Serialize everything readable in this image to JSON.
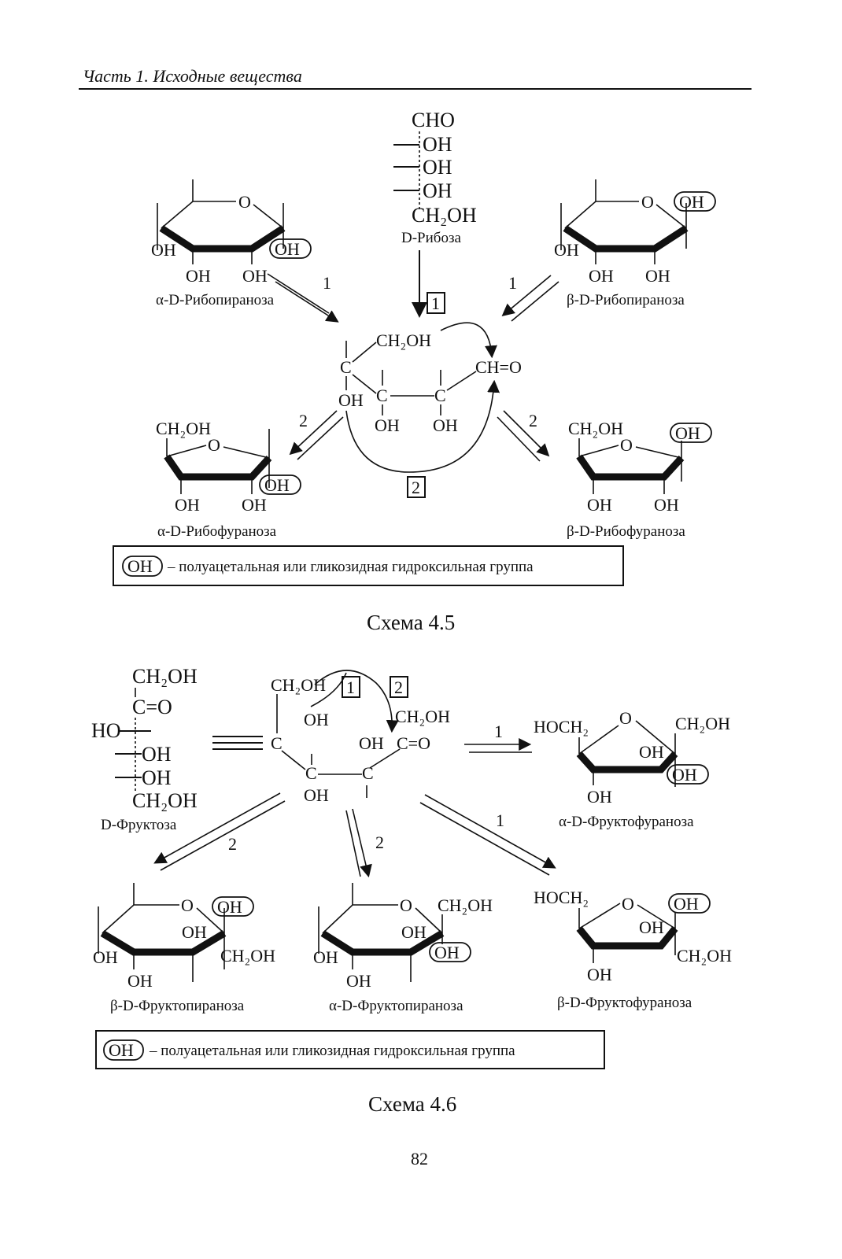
{
  "header": {
    "running_title": "Часть 1. Исходные вещества"
  },
  "scheme45": {
    "caption": "Схема 4.5",
    "ribose_name": "D-Рибоза",
    "fischer": {
      "top": "CHO",
      "oh": "OH",
      "bottom": "CH₂OH"
    },
    "open_chain": {
      "ch2oh": "CH₂OH",
      "cho": "CH=O",
      "c": "C",
      "oh": "OH"
    },
    "alpha_pyranose": "α-D-Рибопираноза",
    "beta_pyranose": "β-D-Рибопираноза",
    "alpha_furanose": "α-D-Рибофураноза",
    "beta_furanose": "β-D-Рибофураноза",
    "step1": "1",
    "step2": "2",
    "ring_o": "O",
    "legend_oh": "OH",
    "legend_text": "– полуацетальная или гликозидная гидроксильная группа"
  },
  "scheme46": {
    "caption": "Схема 4.6",
    "fructose_name": "D-Фруктоза",
    "fischer": {
      "ch2oh": "CH₂OH",
      "co": "C=O",
      "ho": "HO",
      "oh": "OH"
    },
    "open_chain": {
      "ch2oh": "CH₂OH",
      "c": "C",
      "oh": "OH",
      "co": "C=O"
    },
    "alpha_furanose": "α-D-Фруктофураноза",
    "beta_pyranose": "β-D-Фруктопираноза",
    "alpha_pyranose": "α-D-Фруктопираноза",
    "beta_furanose": "β-D-Фруктофураноза",
    "hoch2": "HOCH₂",
    "step1": "1",
    "step2": "2",
    "ring_o": "O",
    "legend_oh": "OH",
    "legend_text": "– полуацетальная или гликозидная гидроксильная группа"
  },
  "page_number": "82"
}
